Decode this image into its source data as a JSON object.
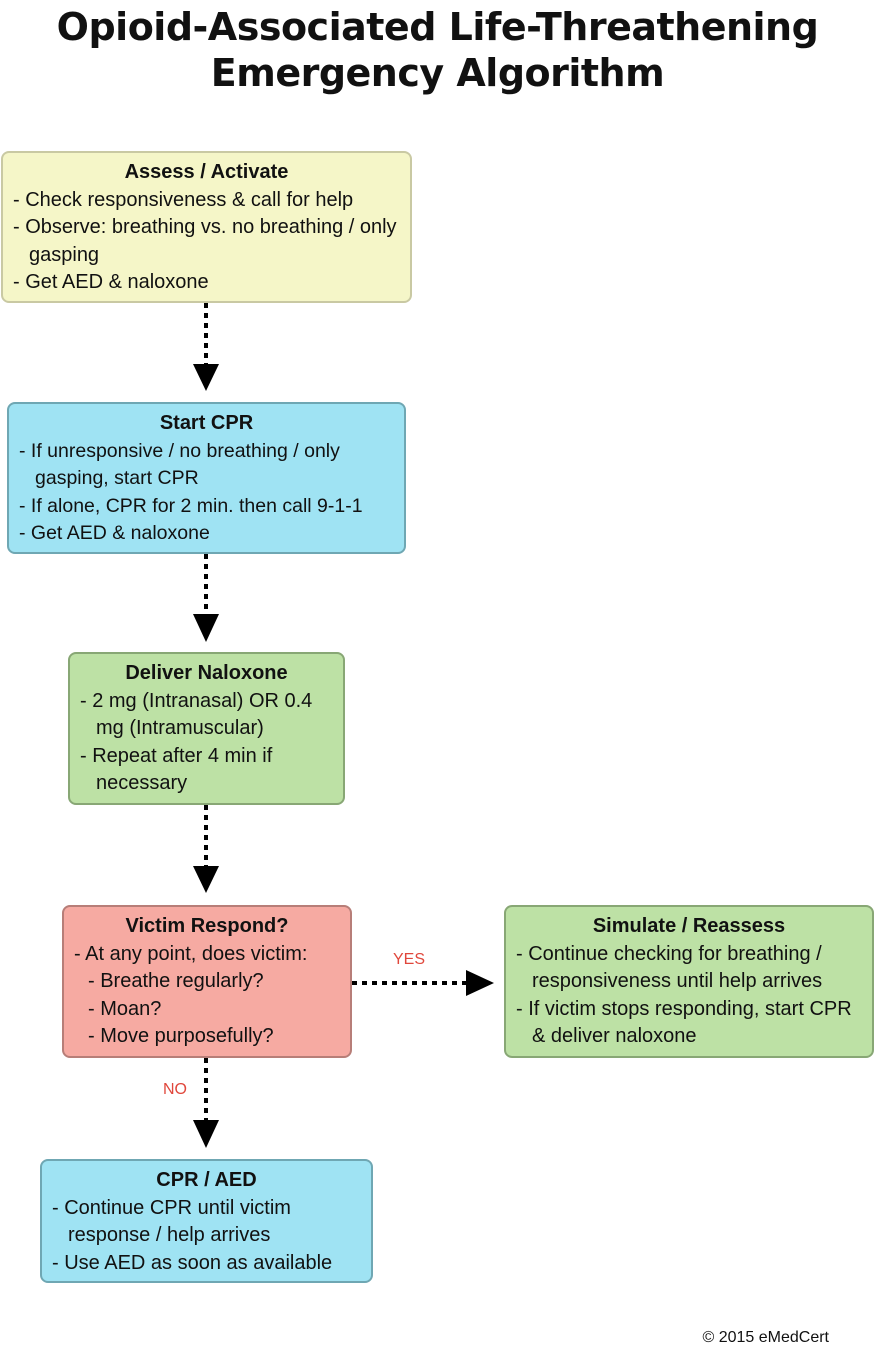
{
  "title": {
    "line1": "Opioid-Associated Life-Threathening",
    "line2": "Emergency Algorithm"
  },
  "assess": {
    "heading": "Assess / Activate",
    "items": [
      "Check responsiveness & call for help",
      "Observe: breathing vs. no breathing / only gasping",
      "Get AED & naloxone"
    ]
  },
  "start_cpr": {
    "heading": "Start CPR",
    "items": [
      "If unresponsive / no breathing / only gasping, start CPR",
      "If alone, CPR for 2 min. then call 9-1-1",
      "Get AED & naloxone"
    ]
  },
  "naloxone": {
    "heading": "Deliver Naloxone",
    "items": [
      "2 mg (Intranasal) OR 0.4 mg (Intramuscular)",
      "Repeat after 4 min if necessary"
    ]
  },
  "respond": {
    "heading": "Victim Respond?",
    "items": [
      "At any point, does victim:",
      "Breathe regularly?",
      "Moan?",
      "Move purposefully?"
    ]
  },
  "reassess": {
    "heading": "Simulate / Reassess",
    "items": [
      "Continue checking for breathing / responsiveness until help arrives",
      "If victim stops responding, start CPR & deliver naloxone"
    ]
  },
  "cpr_aed": {
    "heading": "CPR / AED",
    "items": [
      "Continue CPR until victim response / help arrives",
      "Use AED as soon as available"
    ]
  },
  "labels": {
    "yes": "YES",
    "no": "NO"
  },
  "copyright": "© 2015 eMedCert",
  "colors": {
    "assess": "#f5f6c8",
    "cpr": "#9fe3f3",
    "action": "#bde1a5",
    "decision": "#f6aaa2",
    "label_text": "#e0473c"
  }
}
